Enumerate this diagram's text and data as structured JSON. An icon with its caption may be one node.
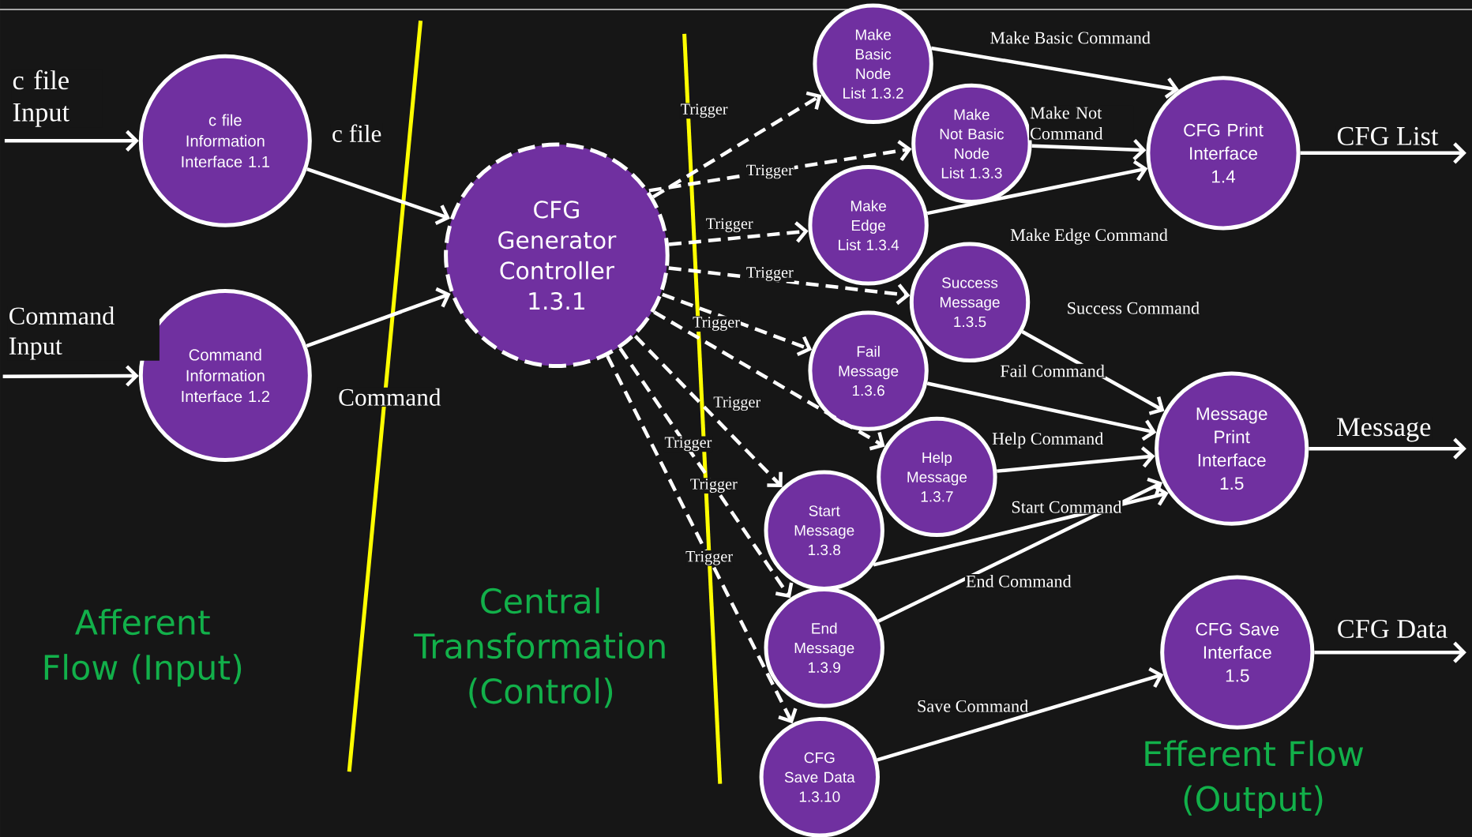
{
  "diagram": {
    "nodes": [
      {
        "text": [
          "c file Information Interface 1.1"
        ]
      },
      {
        "text": [
          "Command Information Interface 1.2"
        ]
      },
      {
        "text": [
          "CFG Generator Controller 1.3.1"
        ]
      },
      {
        "text": [
          "Make Basic Node List 1.3.2"
        ]
      },
      {
        "text": [
          "Make Not Basic Node List 1.3.3"
        ]
      },
      {
        "text": [
          "Make Edge List 1.3.4"
        ]
      },
      {
        "text": [
          "Success Message 1.3.5"
        ]
      },
      {
        "text": [
          "Fail Message 1.3.6"
        ]
      },
      {
        "text": [
          "Help Message 1.3.7"
        ]
      },
      {
        "text": [
          "Start Message 1.3.8"
        ]
      },
      {
        "text": [
          "End Message 1.3.9"
        ]
      },
      {
        "text": [
          "CFG Save Data 1.3.10"
        ]
      },
      {
        "text": [
          "CFG Print Interface 1.4"
        ]
      },
      {
        "text": [
          "Message Print Interface 1.5"
        ]
      },
      {
        "text": [
          "CFG Save Interface 1.5"
        ]
      }
    ],
    "edges": [
      {
        "from": null,
        "to": 0,
        "arrow": "to",
        "label": "c file Input"
      },
      {
        "from": null,
        "to": 1,
        "arrow": "to",
        "label": "Command Input"
      },
      {
        "from": 0,
        "to": 2,
        "arrow": "to",
        "label": "c file"
      },
      {
        "from": 1,
        "to": 2,
        "arrow": "to",
        "label": "Command"
      },
      {
        "from": 2,
        "to": 3,
        "arrow": "to",
        "label": "Trigger",
        "style": "dashed"
      },
      {
        "from": 2,
        "to": 4,
        "arrow": "to",
        "label": "Trigger",
        "style": "dashed"
      },
      {
        "from": 2,
        "to": 5,
        "arrow": "to",
        "label": "Trigger",
        "style": "dashed"
      },
      {
        "from": 2,
        "to": 6,
        "arrow": "to",
        "label": "Trigger",
        "style": "dashed"
      },
      {
        "from": 2,
        "to": 7,
        "arrow": "to",
        "label": "Trigger",
        "style": "dashed"
      },
      {
        "from": 2,
        "to": 8,
        "arrow": "to",
        "label": "Trigger",
        "style": "dashed"
      },
      {
        "from": 2,
        "to": 9,
        "arrow": "to",
        "label": "Trigger",
        "style": "dashed"
      },
      {
        "from": 2,
        "to": 10,
        "arrow": "to",
        "label": "Trigger",
        "style": "dashed"
      },
      {
        "from": 2,
        "to": 11,
        "arrow": "to",
        "label": "Trigger",
        "style": "dashed"
      },
      {
        "from": 3,
        "to": 12,
        "arrow": "to",
        "label": "Make Basic Command"
      },
      {
        "from": 4,
        "to": 12,
        "arrow": "to",
        "label": "Make Not Command"
      },
      {
        "from": 5,
        "to": 12,
        "arrow": "to",
        "label": "Make Edge Command"
      },
      {
        "from": 6,
        "to": 13,
        "arrow": "to",
        "label": "Success Command"
      },
      {
        "from": 7,
        "to": 13,
        "arrow": "to",
        "label": "Fail Command"
      },
      {
        "from": 8,
        "to": 13,
        "arrow": "to",
        "label": "Help Command"
      },
      {
        "from": 9,
        "to": 13,
        "arrow": "to",
        "label": "Start Command"
      },
      {
        "from": 10,
        "to": 13,
        "arrow": "to",
        "label": "End Command"
      },
      {
        "from": 11,
        "to": 14,
        "arrow": "to",
        "label": "Save Command"
      },
      {
        "from": 12,
        "to": null,
        "arrow": "to",
        "label": "CFG List"
      },
      {
        "from": 13,
        "to": null,
        "arrow": "to",
        "label": "Message"
      },
      {
        "from": 14,
        "to": null,
        "arrow": "to",
        "label": "CFG Data"
      }
    ],
    "labels": [
      "Afferent Flow (Input)",
      "Central Transformation (Control)",
      "Efferent Flow (Output)"
    ]
  }
}
